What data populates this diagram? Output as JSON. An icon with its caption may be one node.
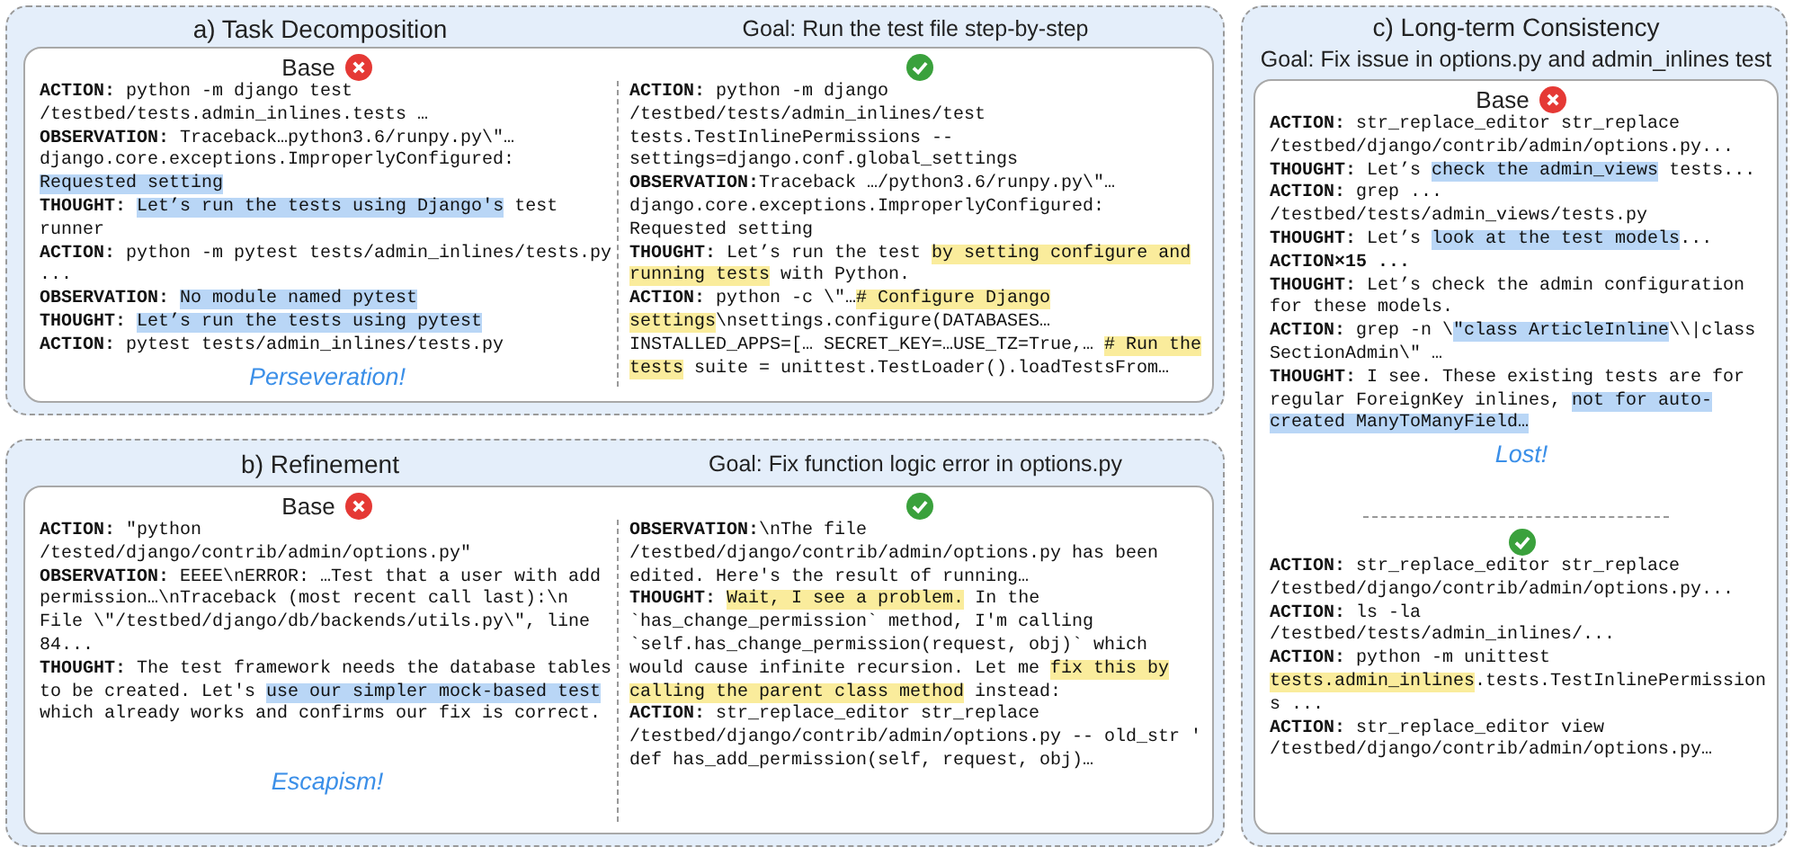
{
  "diagram": {
    "nodes": [
      {
        "text": [
          "a) Task Decomposition",
          "Goal: Run the test file step-by-step"
        ]
      },
      {
        "in": 0,
        "text": [
          "Base",
          "**ACTION:** python -m django test /testbed/tests.admin_inlines.tests …",
          "**OBSERVATION:** Traceback…python3.6/runpy.py\\\"… django.core.exceptions.ImproperlyConfigured: Requested setting",
          "**THOUGHT:** Let’s run the tests using Django's test runner",
          "**ACTION:** python -m pytest tests/admin_inlines/tests.py ...",
          "**OBSERVATION:** No module named pytest",
          "**THOUGHT:** Let’s run the tests using pytest",
          "**ACTION:** pytest tests/admin_inlines/tests.py",
          "Perseveration!"
        ]
      },
      {
        "in": 0,
        "text": [
          "**ACTION:** python -m django /testbed/tests/admin_inlines/test tests.TestInlinePermissions --settings=django.conf.global_settings",
          "**OBSERVATION:**Traceback …/python3.6/runpy.py\\\"… django.core.exceptions.ImproperlyConfigured: Requested setting",
          "**THOUGHT:** Let’s run the test by setting configure and running tests with Python.",
          "**ACTION:** python -c \\\"…# Configure Django settings\\nsettings.configure(DATABASES… INSTALLED_APPS=[… SECRET_KEY=…USE_TZ=True,… # Run the tests suite = unittest.TestLoader().loadTestsFrom…"
        ]
      },
      {
        "text": [
          "b) Refinement",
          "Goal: Fix function logic error in options.py"
        ]
      },
      {
        "in": 3,
        "text": [
          "Base",
          "**ACTION:** \"python /tested/django/contrib/admin/options.py\"",
          "**OBSERVATION:** EEEE\\nERROR: …Test that a user with add permission…\\nTraceback (most recent call last):\\n File \\\"/testbed/django/db/backends/utils.py\\\", line 84...",
          "**THOUGHT:** The test framework needs the database tables to be created. Let's use our simpler mock-based test which already works and confirms our fix is correct.",
          "Escapism!"
        ]
      },
      {
        "in": 3,
        "text": [
          "**OBSERVATION:**\\nThe file /testbed/django/contrib/admin/options.py has been edited. Here's the result of running…",
          "**THOUGHT:** Wait, I see a problem. In the `has_change_permission` method, I'm calling `self.has_change_permission(request, obj)` which would cause infinite recursion. Let me fix this by calling the parent class method instead:",
          "**ACTION:** str_replace_editor str_replace /testbed/django/contrib/admin/options.py -- old_str ' def has_add_permission(self, request, obj)…"
        ]
      },
      {
        "text": [
          "c) Long-term Consistency",
          "Goal: Fix issue in options.py and admin_inlines test"
        ]
      },
      {
        "in": 6,
        "text": [
          "Base",
          "**ACTION:** str_replace_editor str_replace /testbed/django/contrib/admin/options.py...",
          "**THOUGHT:** Let’s check the admin_views tests...",
          "**ACTION:** grep ... /testbed/tests/admin_views/tests.py",
          "**THOUGHT:** Let’s look at the test models...",
          "**ACTION×15 ...**",
          "**THOUGHT:** Let’s check the admin configuration for these models.",
          "**ACTION:** grep -n \\\"class ArticleInline\\\\|class SectionAdmin\\\" …",
          "**THOUGHT:** I see. These existing tests are for regular ForeignKey inlines, not for auto-created ManyToManyField…",
          "Lost!"
        ]
      },
      {
        "in": 6,
        "text": [
          "**ACTION:** str_replace_editor str_replace /testbed/django/contrib/admin/options.py...",
          "**ACTION:** ls -la /testbed/tests/admin_inlines/...",
          "**ACTION:** python -m unittest tests.admin_inlines.tests.TestInlinePermissions ...",
          "**ACTION:** str_replace_editor view /testbed/django/contrib/admin/options.py…"
        ]
      }
    ]
  }
}
